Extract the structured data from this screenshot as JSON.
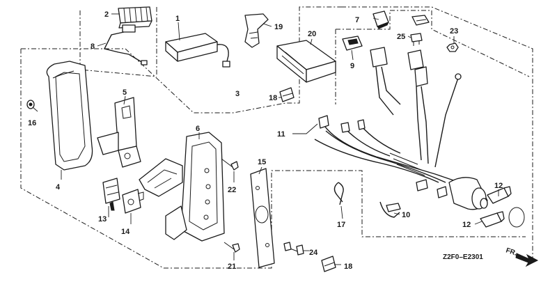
{
  "callouts": {
    "c1": "1",
    "c2": "2",
    "c3": "3",
    "c4": "4",
    "c5": "5",
    "c6": "6",
    "c7": "7",
    "c8": "8",
    "c9": "9",
    "c10": "10",
    "c11": "11",
    "c12a": "12",
    "c12b": "12",
    "c13": "13",
    "c14": "14",
    "c15": "15",
    "c16": "16",
    "c17": "17",
    "c18a": "18",
    "c18b": "18",
    "c19": "19",
    "c20": "20",
    "c21": "21",
    "c22": "22",
    "c23": "23",
    "c24": "24",
    "c25": "25"
  },
  "diagram_code": "Z2F0–E2301",
  "direction_label": "FR.",
  "colors": {
    "ink": "#1a1a1a",
    "background": "#ffffff"
  }
}
